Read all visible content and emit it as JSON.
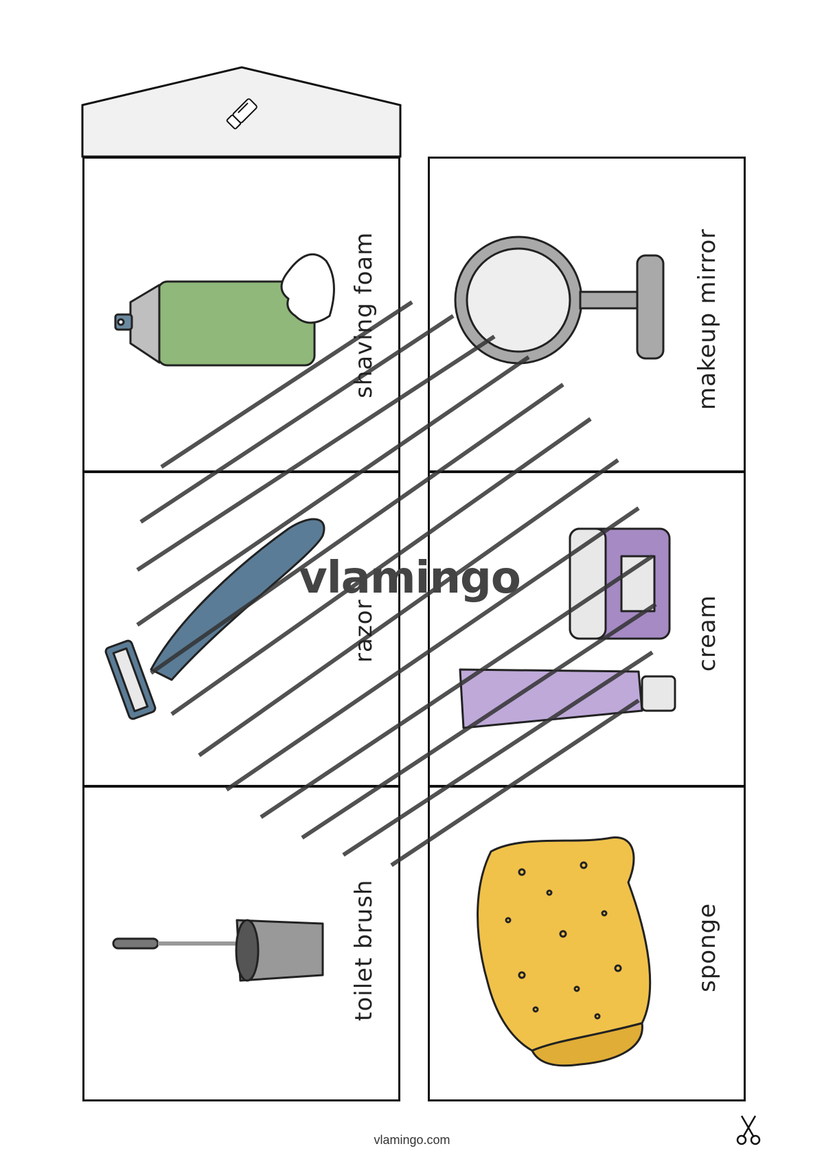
{
  "cards": {
    "left": {
      "top": "shaving foam",
      "middle": "razor",
      "bottom": "toilet brush"
    },
    "right": {
      "top": "makeup mirror",
      "middle": "cream",
      "bottom": "sponge"
    }
  },
  "watermark": "vlamingo",
  "footer": "vlamingo.com",
  "icons": {
    "glue": "glue-stick-icon",
    "scissors": "scissors-icon"
  },
  "colors": {
    "foam_can": "#8fb87a",
    "razor": "#5b7c96",
    "cream": "#a58ac4",
    "sponge": "#f0c24a",
    "mirror": "#a9a9a9",
    "brush": "#8d8d8d"
  }
}
